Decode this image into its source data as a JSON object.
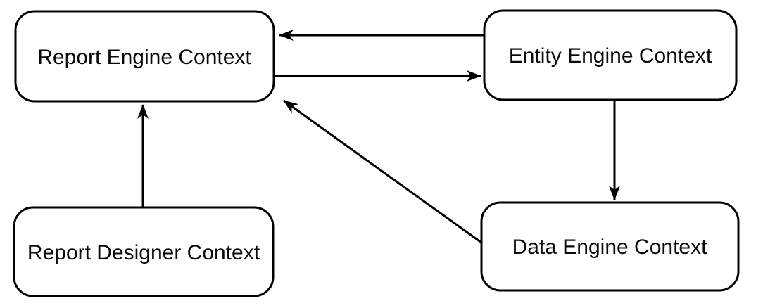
{
  "diagram": {
    "type": "context-dependency-diagram",
    "colors": {
      "background": "#ffffff",
      "node_fill": "#ffffff",
      "node_border": "#000000",
      "edge": "#000000",
      "text": "#0a0a0a"
    },
    "nodes": [
      {
        "id": "report-engine-context",
        "label": "Report Engine Context"
      },
      {
        "id": "entity-engine-context",
        "label": "Entity Engine Context"
      },
      {
        "id": "report-designer-context",
        "label": "Report Designer Context"
      },
      {
        "id": "data-engine-context",
        "label": "Data Engine Context"
      }
    ],
    "edges": [
      {
        "from": "entity-engine-context",
        "to": "report-engine-context",
        "style": "horizontal-arrow"
      },
      {
        "from": "report-engine-context",
        "to": "entity-engine-context",
        "style": "horizontal-arrow"
      },
      {
        "from": "report-designer-context",
        "to": "report-engine-context",
        "style": "vertical-arrow"
      },
      {
        "from": "entity-engine-context",
        "to": "data-engine-context",
        "style": "vertical-arrow"
      },
      {
        "from": "data-engine-context",
        "to": "report-engine-context",
        "style": "diagonal-arrow"
      }
    ]
  }
}
